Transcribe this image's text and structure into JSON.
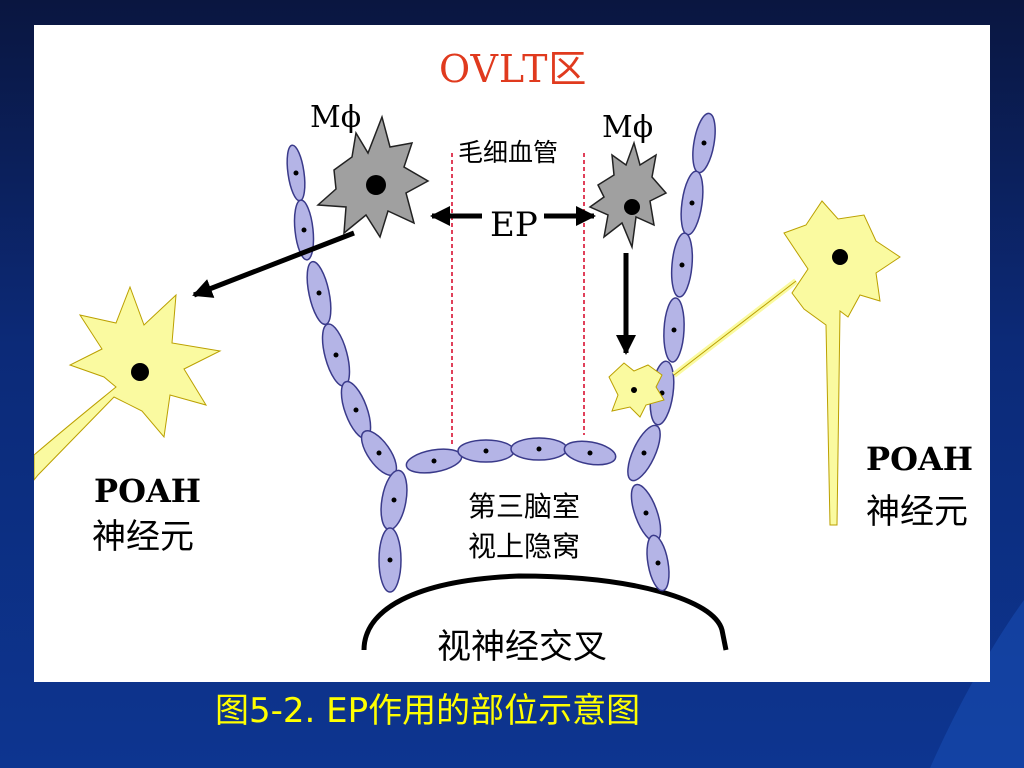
{
  "diagram": {
    "title": "OVLT区",
    "macrophage_left_label": "Mϕ",
    "macrophage_right_label": "Mϕ",
    "capillary_label": "毛细血管",
    "ep_label": "EP",
    "poah_left_label": "POAH",
    "neuron_left_label": "神经元",
    "poah_right_label": "POAH",
    "neuron_right_label": "神经元",
    "ventricle_line1": "第三脑室",
    "ventricle_line2": "视上隐窝",
    "chiasm_label": "视神经交叉"
  },
  "caption": "图5-2. EP作用的部位示意图",
  "colors": {
    "title": "#e03a1e",
    "caption": "#ffff00",
    "neuron_fill": "#fafaa0",
    "cell_fill": "#b4b4e6",
    "macrophage_fill": "#a0a0a0",
    "capillary_line": "#e0405a"
  }
}
